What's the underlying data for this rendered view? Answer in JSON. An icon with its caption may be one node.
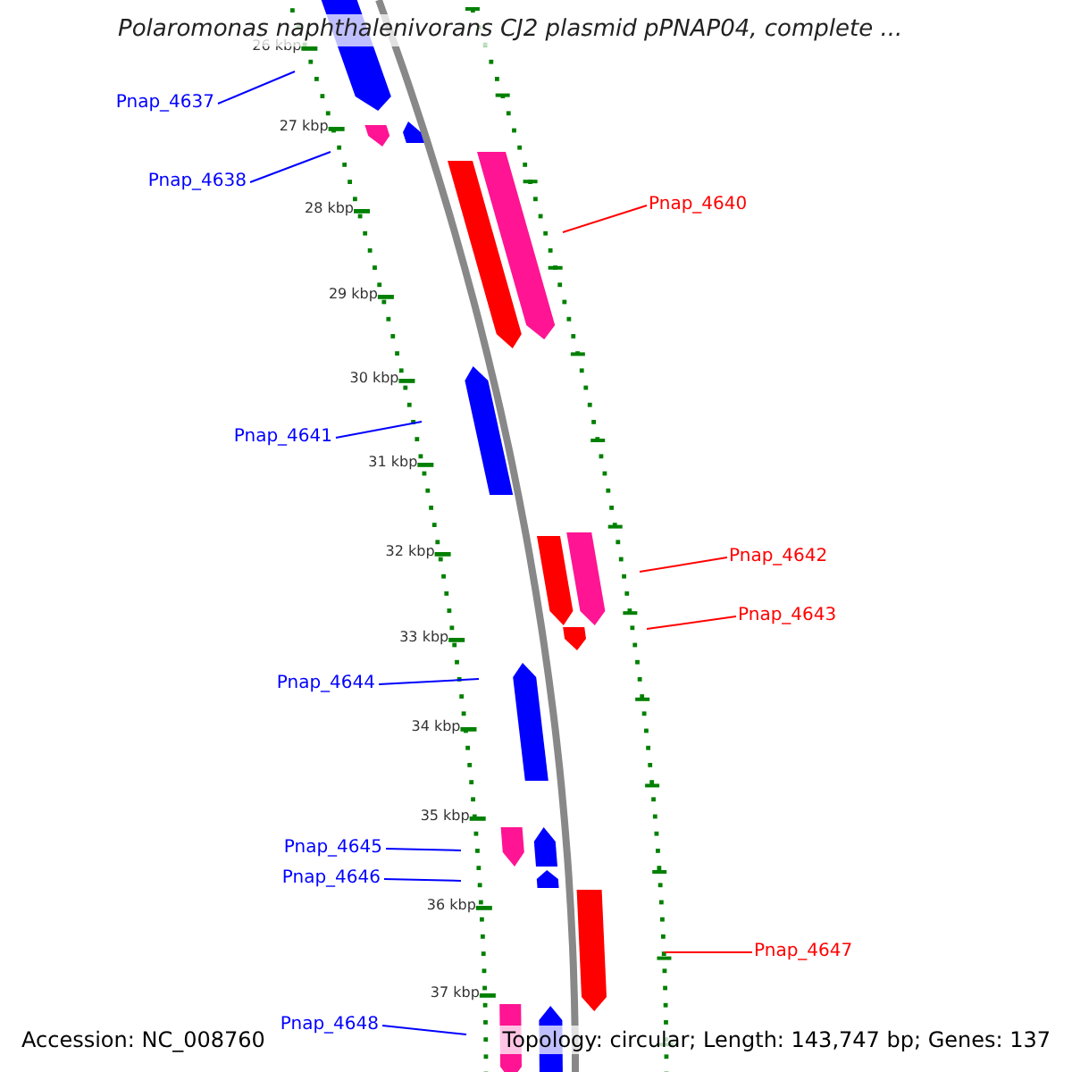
{
  "diagram": {
    "title": "Polaromonas naphthalenivorans CJ2 plasmid pPNAP04, complete ...",
    "nodes": [
      {
        "text": [
          "Pnap_4637"
        ]
      },
      {
        "text": [
          "Pnap_4638"
        ]
      },
      {
        "text": [
          "Pnap_4640"
        ]
      },
      {
        "text": [
          "Pnap_4641"
        ]
      },
      {
        "text": [
          "Pnap_4642"
        ]
      },
      {
        "text": [
          "Pnap_4643"
        ]
      },
      {
        "text": [
          "Pnap_4644"
        ]
      },
      {
        "text": [
          "Pnap_4645"
        ]
      },
      {
        "text": [
          "Pnap_4646"
        ]
      },
      {
        "text": [
          "Pnap_4647"
        ]
      },
      {
        "text": [
          "Pnap_4648"
        ]
      }
    ],
    "edges": [
      {
        "from": 0,
        "to": null,
        "arrow": "none"
      },
      {
        "from": 1,
        "to": null,
        "arrow": "none"
      },
      {
        "from": 2,
        "to": null,
        "arrow": "none",
        "color": "#ff0000"
      },
      {
        "from": 3,
        "to": null,
        "arrow": "none"
      },
      {
        "from": 4,
        "to": null,
        "arrow": "none",
        "color": "#ff0000"
      },
      {
        "from": 5,
        "to": null,
        "arrow": "none",
        "color": "#ff0000"
      },
      {
        "from": 6,
        "to": null,
        "arrow": "none"
      },
      {
        "from": 7,
        "to": null,
        "arrow": "none"
      },
      {
        "from": 8,
        "to": null,
        "arrow": "none"
      },
      {
        "from": 9,
        "to": null,
        "arrow": "none",
        "color": "#ff0000"
      },
      {
        "from": 10,
        "to": null,
        "arrow": "none"
      }
    ],
    "labels": [
      "26 kbp",
      "27 kbp",
      "28 kbp",
      "29 kbp",
      "30 kbp",
      "31 kbp",
      "32 kbp",
      "33 kbp",
      "34 kbp",
      "35 kbp",
      "36 kbp",
      "37 kbp",
      "Accession: NC_008760",
      "Topology: circular; Length: 143,747 bp; Genes: 137"
    ]
  }
}
